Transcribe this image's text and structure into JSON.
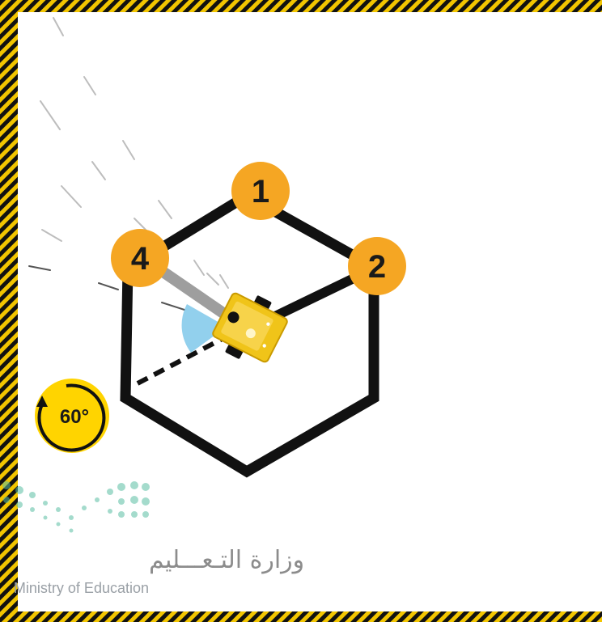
{
  "markers": [
    {
      "id": "marker-1",
      "label": "1"
    },
    {
      "id": "marker-2",
      "label": "2"
    },
    {
      "id": "marker-4",
      "label": "4"
    }
  ],
  "rotation_badge": {
    "label": "60°"
  },
  "watermark": {
    "arabic": "وزارة التـعـــليم",
    "english": "Ministry of Education"
  },
  "colors": {
    "stripe_yellow": "#f2c500",
    "stripe_black": "#111111",
    "marker_fill": "#f5a623",
    "hexagon_stroke": "#111111",
    "robot_body": "#f0c419",
    "turn_arc": "#7fc8ea",
    "badge_fill": "#ffd400",
    "watermark_teal": "#5bbfa4"
  }
}
